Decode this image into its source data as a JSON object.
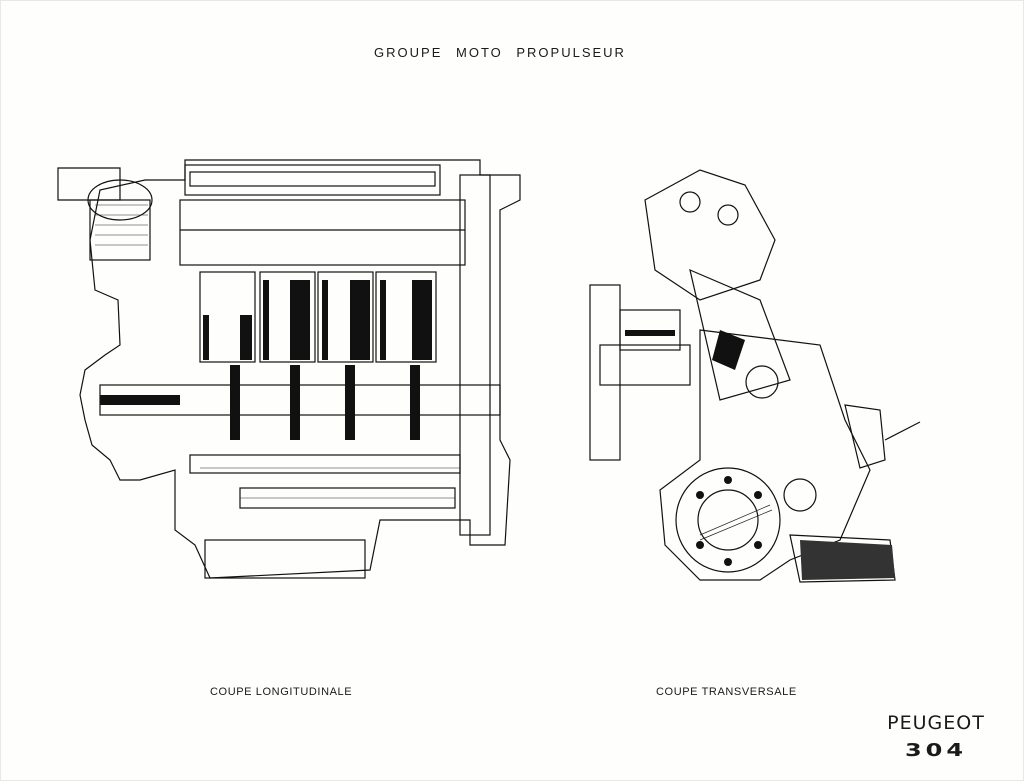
{
  "diagram": {
    "title": "GROUPE MOTO PROPULSEUR",
    "captions": {
      "longitudinal": "COUPE LONGITUDINALE",
      "transversal": "COUPE TRANSVERSALE"
    },
    "brand": {
      "name": "PEUGEOT",
      "model": "304"
    }
  }
}
